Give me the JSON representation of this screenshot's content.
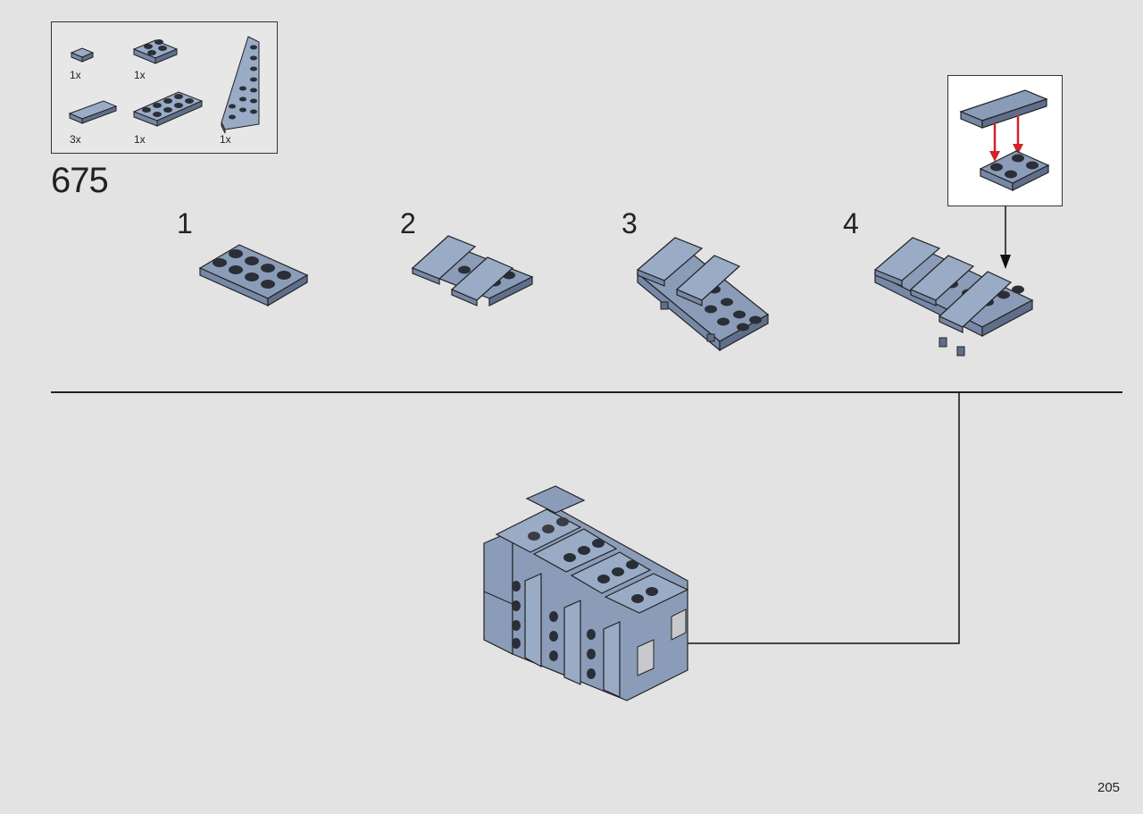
{
  "parts_list": {
    "items": [
      {
        "qty": "1x",
        "part": "tile-1x1-icon"
      },
      {
        "qty": "1x",
        "part": "plate-2x2-icon"
      },
      {
        "qty": "1x",
        "part": "wedge-plate-icon"
      },
      {
        "qty": "3x",
        "part": "tile-1x2-icon"
      },
      {
        "qty": "1x",
        "part": "plate-2x4-icon"
      }
    ]
  },
  "step": {
    "number": "675",
    "substeps": [
      "1",
      "2",
      "3",
      "4"
    ]
  },
  "page": {
    "number": "205"
  },
  "colors": {
    "brick": "#8b9cb8",
    "brick_dark": "#5f6f8b",
    "stud": "#2a2e36",
    "arrow_red": "#d2232a",
    "line": "#111111"
  }
}
